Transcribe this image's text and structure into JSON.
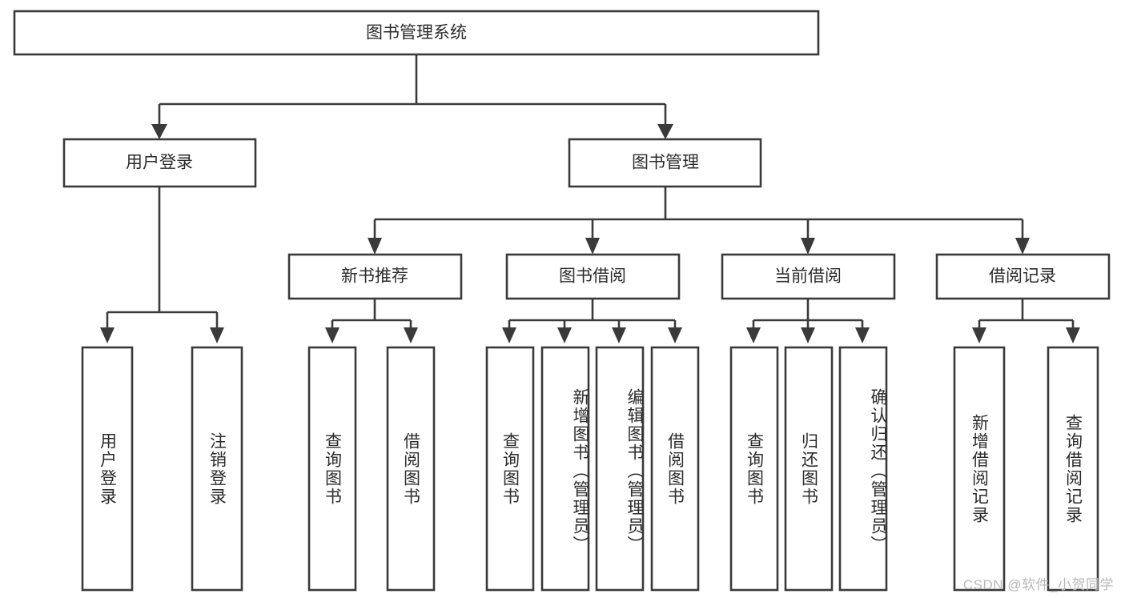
{
  "diagram": {
    "title": "图书管理系统",
    "type": "tree",
    "orientation": "top-down",
    "colors": {
      "box_stroke": "#3a3a3a",
      "box_fill": "#ffffff",
      "connector": "#3a3a3a",
      "text": "#2b2b2b",
      "background": "#ffffff",
      "watermark": "#b9b9b9"
    },
    "root": {
      "label": "图书管理系统"
    },
    "level2": [
      {
        "label": "用户登录"
      },
      {
        "label": "图书管理"
      }
    ],
    "level3": [
      {
        "label": "新书推荐"
      },
      {
        "label": "图书借阅"
      },
      {
        "label": "当前借阅"
      },
      {
        "label": "借阅记录"
      }
    ],
    "leaves": [
      {
        "label": "用户登录",
        "parent": "用户登录"
      },
      {
        "label": "注销登录",
        "parent": "用户登录"
      },
      {
        "label": "查询图书",
        "parent": "新书推荐"
      },
      {
        "label": "借阅图书",
        "parent": "新书推荐"
      },
      {
        "label": "查询图书",
        "parent": "图书借阅"
      },
      {
        "label": "新增图书（管理员）",
        "parent": "图书借阅"
      },
      {
        "label": "编辑图书（管理员）",
        "parent": "图书借阅"
      },
      {
        "label": "借阅图书",
        "parent": "图书借阅"
      },
      {
        "label": "查询图书",
        "parent": "当前借阅"
      },
      {
        "label": "归还图书",
        "parent": "当前借阅"
      },
      {
        "label": "确认归还（管理员）",
        "parent": "当前借阅"
      },
      {
        "label": "新增借阅记录",
        "parent": "借阅记录"
      },
      {
        "label": "查询借阅记录",
        "parent": "借阅记录"
      }
    ]
  },
  "watermark": {
    "text": "CSDN @软件_小贺同学"
  }
}
